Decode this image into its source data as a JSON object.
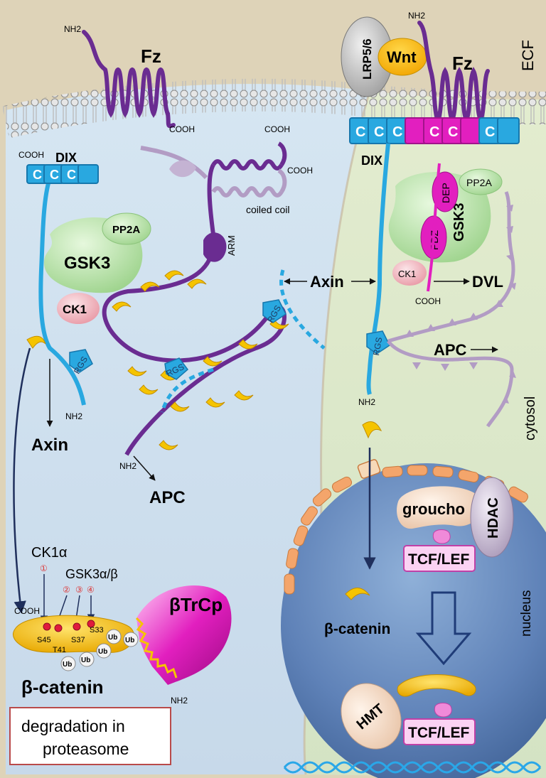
{
  "left": {
    "fz": "Fz",
    "nh2_top": "NH2",
    "cooh_fz": "COOH",
    "dix": "DIX",
    "cooh_dix": "COOH",
    "pp2a": "PP2A",
    "gsk3": "GSK3",
    "ck1": "CK1",
    "rgs": "RGS",
    "nh2_axin": "NH2",
    "axin": "Axin",
    "apc_cooh1": "COOH",
    "apc_cooh2": "COOH",
    "coiled_coil": "coiled coil",
    "arm": "ARM",
    "rgs_mid": "RGS",
    "rgs_right": "RGS",
    "nh2_apc": "NH2",
    "apc": "APC",
    "ck1a": "CK1α",
    "gsk3ab": "GSK3α/β",
    "site_numbers": [
      "①",
      "②",
      "③",
      "④"
    ],
    "cooh_bcat": "COOH",
    "sites": [
      "S45",
      "T41",
      "S37",
      "S33"
    ],
    "ub": "Ub",
    "btrcp": "βTrCp",
    "nh2_btrcp": "NH2",
    "bcat": "β-catenin",
    "degradation_line1": "degradation in",
    "degradation_line2": "proteasome"
  },
  "center": {
    "axin": "Axin"
  },
  "right": {
    "nh2_top": "NH2",
    "lrp": "LRP5/6",
    "wnt": "Wnt",
    "fz": "Fz",
    "ecf": "ECF",
    "dix": "DIX",
    "pp2a": "PP2A",
    "dep": "DEP",
    "pdz": "PDZ",
    "gsk3": "GSK3",
    "ck1": "CK1",
    "dvl": "DVL",
    "cooh_dvl": "COOH",
    "rgs": "RGS",
    "apc": "APC",
    "nh2_axin": "NH2",
    "cytosol": "cytosol",
    "groucho": "groucho",
    "hdac": "HDAC",
    "tcf1": "TCF/LEF",
    "bcat": "β-catenin",
    "nucleus": "nucleus",
    "hmt": "HMT",
    "tcf2": "TCF/LEF"
  },
  "colors": {
    "blue_protein": "#29a8e0",
    "purple_protein": "#6a2c91",
    "magenta": "#e21fbf",
    "catenin_yellow": "#f5c400",
    "gsk3_green": "#bfeab0",
    "nucleus_blue": "#5f82b8"
  }
}
